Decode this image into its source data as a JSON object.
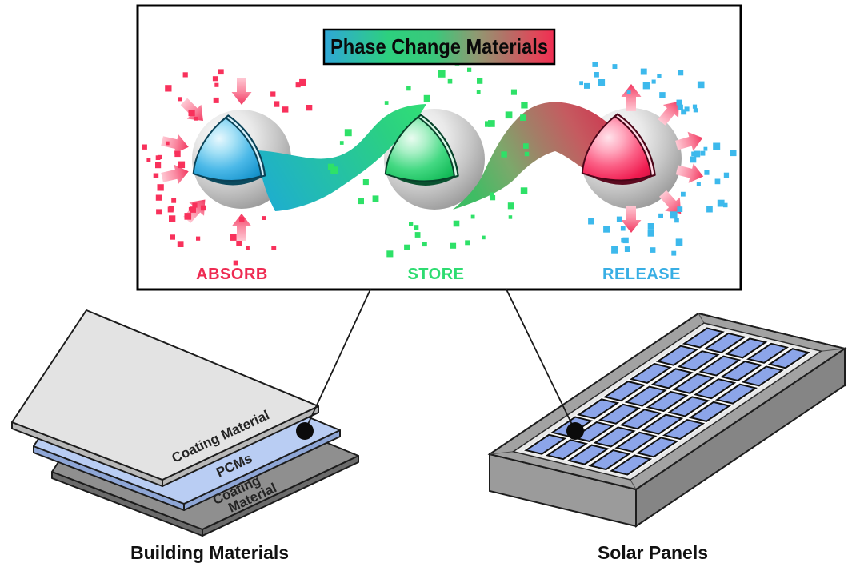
{
  "banner": {
    "title": "Phase Change Materials"
  },
  "stages": [
    {
      "label": "ABSORB",
      "label_color": "#EE2B52",
      "particle_color": "#F8315B",
      "core_color": "#29A8E0",
      "arrows": "inward"
    },
    {
      "label": "STORE",
      "label_color": "#2EDC71",
      "particle_color": "#2EE168",
      "core_color": "#1ECF63",
      "arrows": "none"
    },
    {
      "label": "RELEASE",
      "label_color": "#38AEE4",
      "particle_color": "#3DB9EC",
      "core_color": "#F22052",
      "arrows": "outward"
    }
  ],
  "applications": [
    {
      "label": "Building Materials",
      "layers": [
        "Coating Material",
        "PCMs",
        "Coating Material"
      ]
    },
    {
      "label": "Solar Panels",
      "grid_cols": 7,
      "grid_rows": 5
    }
  ],
  "palette": {
    "banner_gradient": [
      "#2FA7D8",
      "#2DD07E",
      "#8F9A72",
      "#EF2D52"
    ],
    "ribbon_absorb_to_store": [
      "#1EAECE",
      "#30DC78"
    ],
    "ribbon_store_to_release": [
      "#3FBC64",
      "#CB4054"
    ],
    "shell_gray": "#9E9E9E",
    "solar_cell_blue": "#8CA5E9",
    "pcm_layer_blue": "#B9CDF3",
    "coating_light_gray": "#E3E3E3",
    "coating_dark_gray": "#8F8F8F",
    "arrow_pink": "#F23860"
  }
}
